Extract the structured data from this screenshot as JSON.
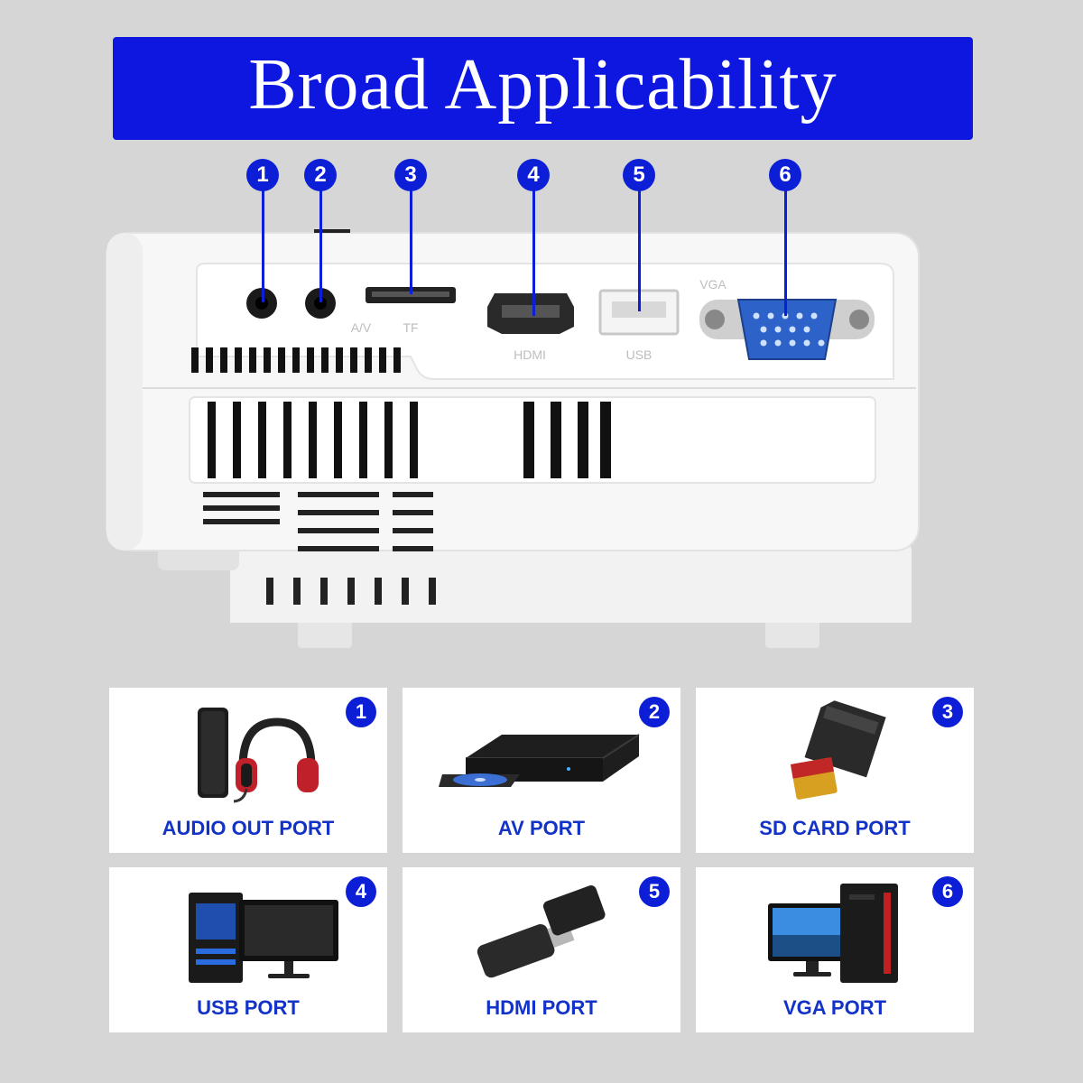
{
  "title": "Broad Applicability",
  "callouts": [
    "1",
    "2",
    "3",
    "4",
    "5",
    "6"
  ],
  "panel_labels": {
    "av": "A/V",
    "tf": "TF",
    "hdmi": "HDMI",
    "usb": "USB",
    "vga": "VGA"
  },
  "cards": [
    {
      "number": "1",
      "label": "AUDIO OUT PORT",
      "icon": "headphones-speaker-icon"
    },
    {
      "number": "2",
      "label": "AV PORT",
      "icon": "dvd-player-icon"
    },
    {
      "number": "3",
      "label": "SD CARD PORT",
      "icon": "sd-card-icon"
    },
    {
      "number": "4",
      "label": "USB PORT",
      "icon": "desktop-computer-icon"
    },
    {
      "number": "5",
      "label": "HDMI PORT",
      "icon": "usb-drive-icon"
    },
    {
      "number": "6",
      "label": "VGA PORT",
      "icon": "pc-monitor-icon"
    }
  ],
  "colors": {
    "accent_blue": "#0c1fd6",
    "label_blue": "#1232c8",
    "background": "#d6d6d6"
  }
}
